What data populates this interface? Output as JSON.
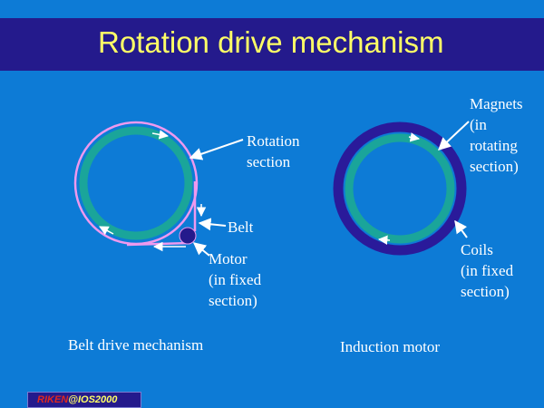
{
  "slide": {
    "title": "Rotation drive mechanism",
    "footer_brand": "RIKEN",
    "footer_text": "@IOS2000"
  },
  "belt_drive": {
    "caption": "Belt drive mechanism",
    "rotation_section_label": "Rotation\nsection",
    "belt_label": "Belt",
    "motor_label": "Motor\n(in fixed\nsection)"
  },
  "induction_motor": {
    "caption": "Induction motor",
    "magnets_label": "Magnets\n(in\nrotating\nsection)",
    "coils_label": "Coils\n(in fixed\nsection)"
  },
  "colors": {
    "background": "#0d7bd6",
    "title_bar": "#241a8c",
    "title_text": "#ffff66",
    "rotation_ring": "#1aa59a",
    "belt": "#ee99ee",
    "magnet_ring": "#2a1a9a",
    "motor": "#241a8c",
    "label_text": "#ffffff"
  }
}
